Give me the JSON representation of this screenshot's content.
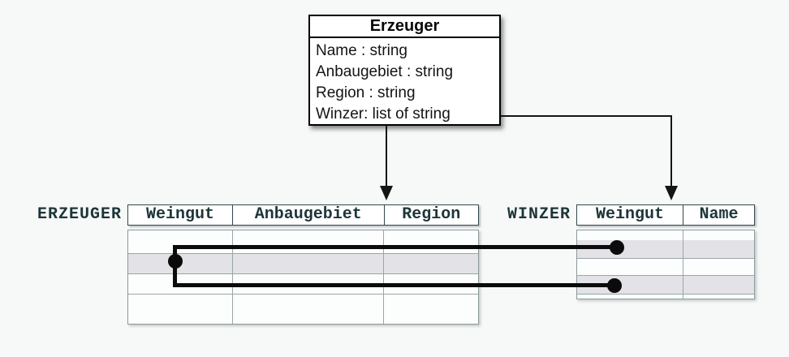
{
  "class_box": {
    "title": "Erzeuger",
    "attributes": [
      "Name : string",
      "Anbaugebiet : string",
      "Region : string",
      "Winzer: list of string"
    ]
  },
  "tables": {
    "erzeuger": {
      "label": "ERZEUGER",
      "columns": [
        "Weingut",
        "Anbaugebiet",
        "Region"
      ],
      "body_rows": 4,
      "highlighted_rows": [
        2
      ]
    },
    "winzer": {
      "label": "WINZER",
      "columns": [
        "Weingut",
        "Name"
      ],
      "body_rows": 4,
      "highlighted_rows": [
        2,
        4
      ]
    }
  },
  "row_links": [
    {
      "from": "ERZEUGER row 2",
      "to": "WINZER row 2"
    },
    {
      "from": "ERZEUGER row 2",
      "to": "WINZER row 4"
    }
  ],
  "colors": {
    "background": "#f7f8f8",
    "table_border": "#32494c",
    "grid_line": "#9aa6a6",
    "row_highlight": "#e2e2e7",
    "link_line": "#0b0b0b",
    "header_text": "#1d3538"
  }
}
